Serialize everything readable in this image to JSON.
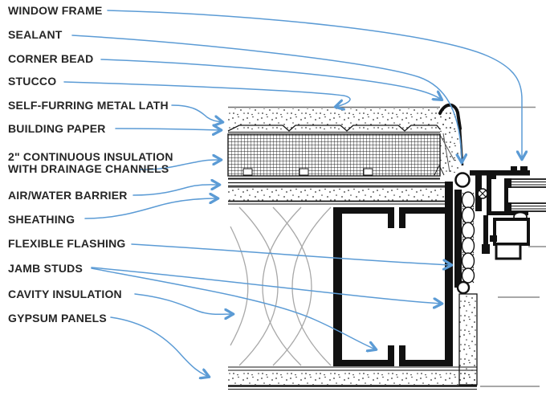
{
  "diagram": {
    "colors": {
      "leader_blue": "#5B9BD5",
      "ink": "#161616",
      "projection_gray": "#8c8c8c",
      "batt_gray": "#a8a8a8"
    },
    "labels": [
      {
        "id": "window-frame",
        "text": "WINDOW FRAME"
      },
      {
        "id": "sealant",
        "text": "SEALANT"
      },
      {
        "id": "corner-bead",
        "text": "CORNER BEAD"
      },
      {
        "id": "stucco",
        "text": "STUCCO"
      },
      {
        "id": "self-furring-lath",
        "text": "SELF-FURRING METAL LATH"
      },
      {
        "id": "building-paper",
        "text": "BUILDING PAPER"
      },
      {
        "id": "continuous-insulation",
        "text": "2\" CONTINUOUS INSULATION WITH DRAINAGE CHANNELS"
      },
      {
        "id": "air-water-barrier",
        "text": "AIR/WATER BARRIER"
      },
      {
        "id": "sheathing",
        "text": "SHEATHING"
      },
      {
        "id": "flexible-flashing",
        "text": "FLEXIBLE FLASHING"
      },
      {
        "id": "jamb-studs",
        "text": "JAMB STUDS"
      },
      {
        "id": "cavity-insulation",
        "text": "CAVITY INSULATION"
      },
      {
        "id": "gypsum-panels",
        "text": "GYPSUM PANELS"
      }
    ]
  }
}
